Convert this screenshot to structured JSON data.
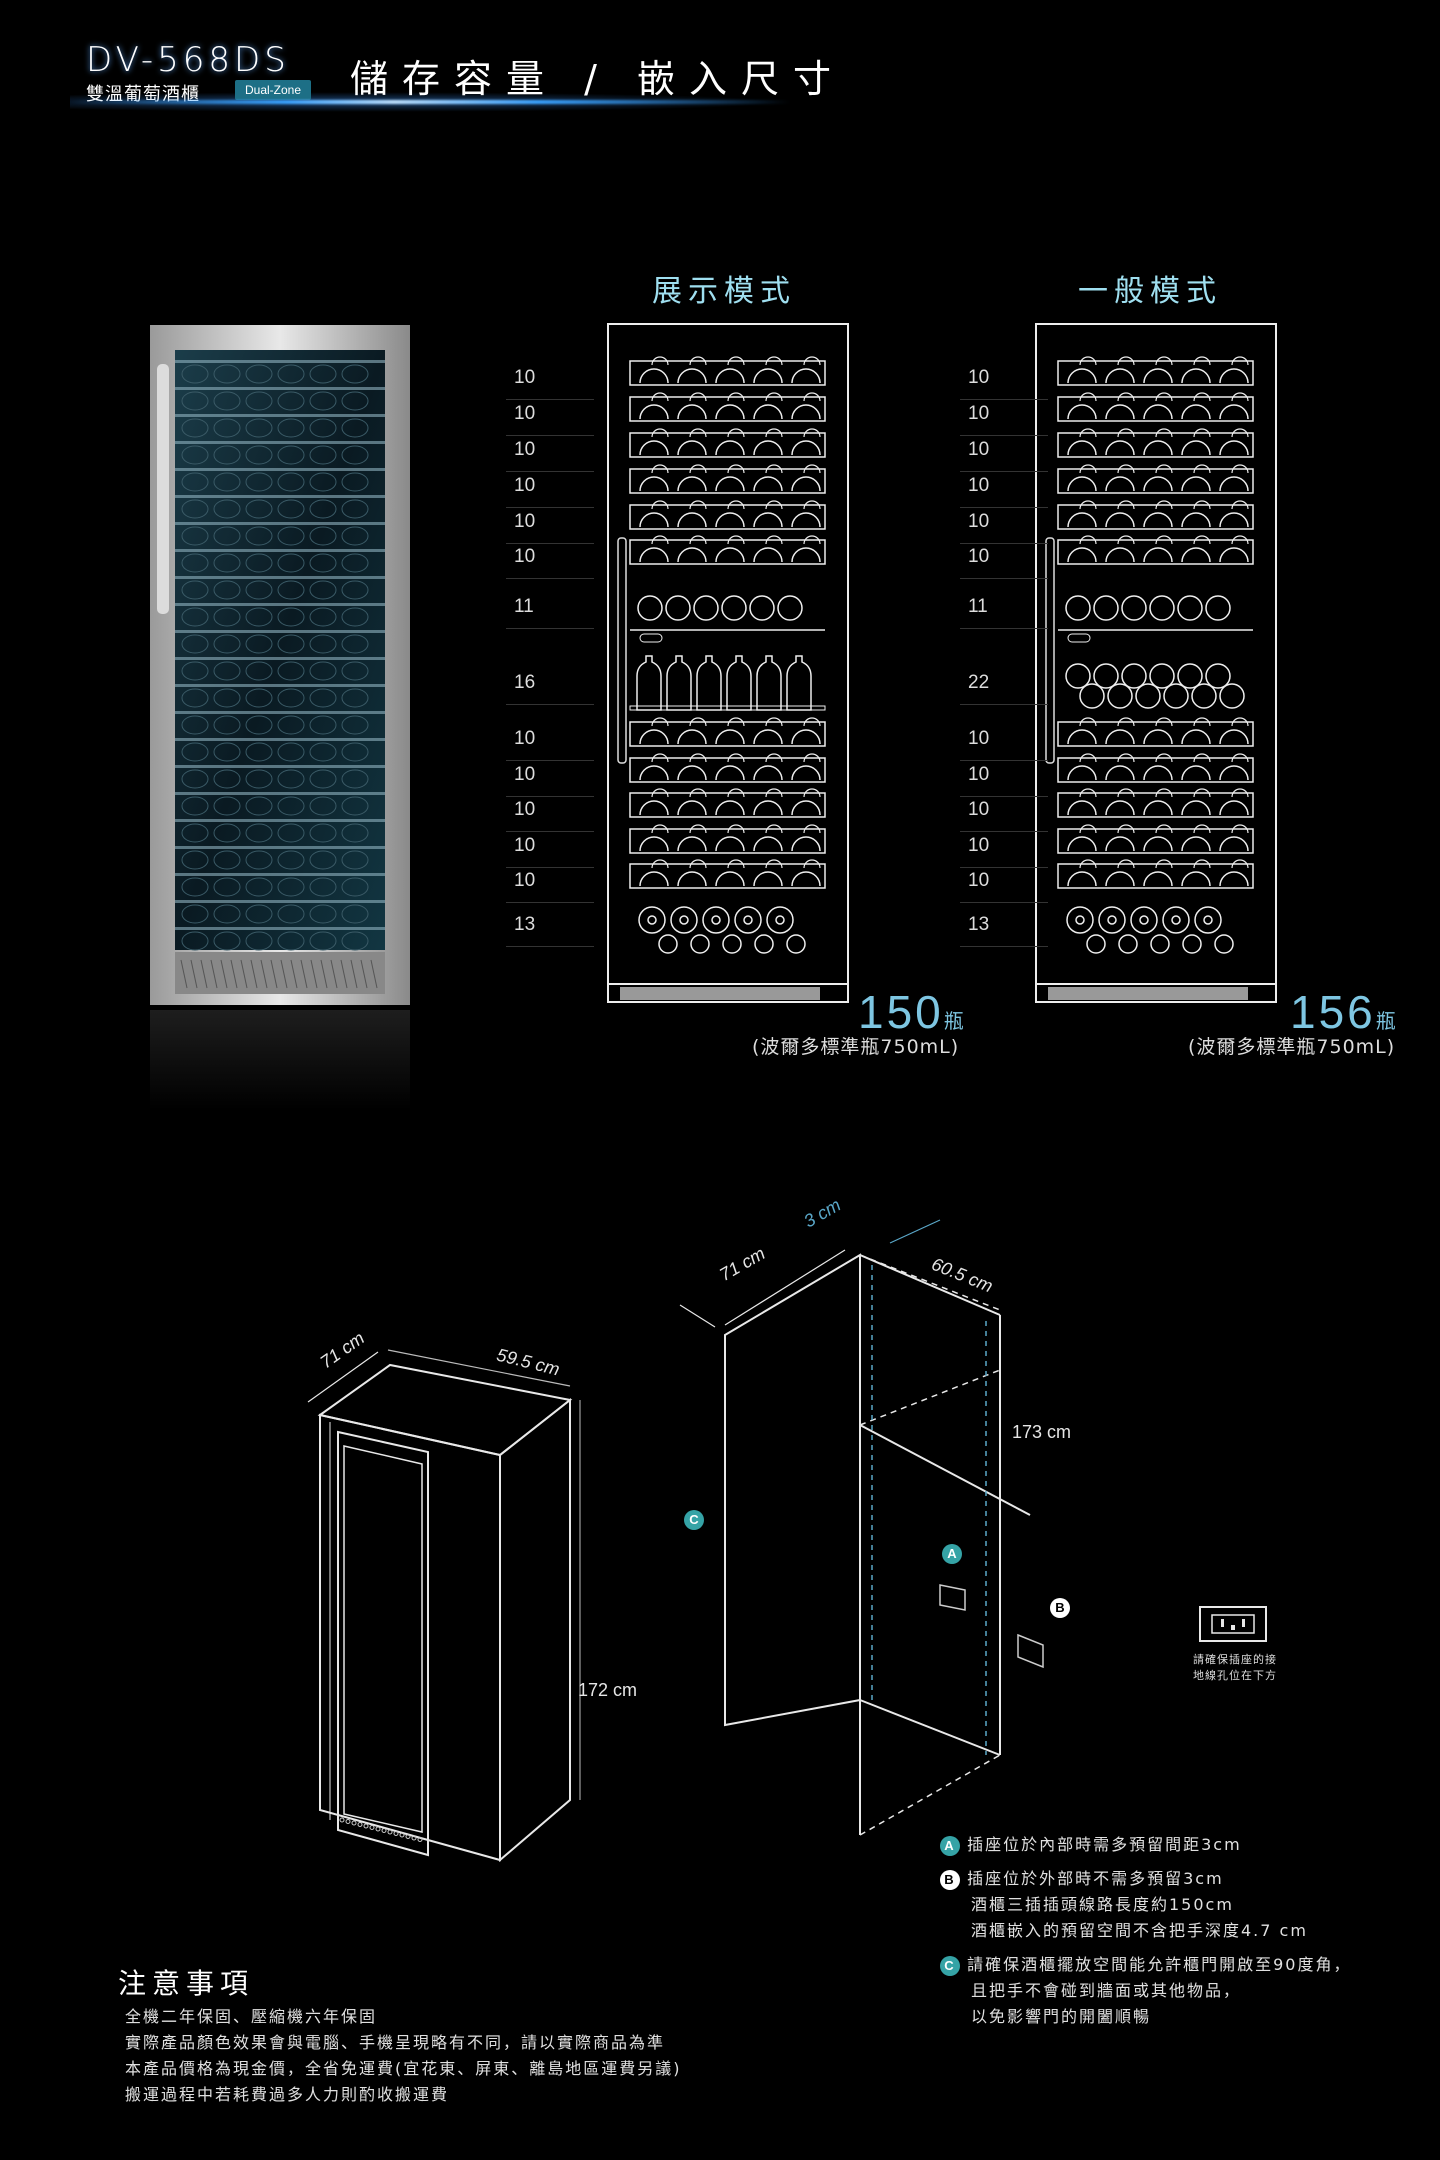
{
  "header": {
    "model": "DV-568DS",
    "subtitle": "雙溫葡萄酒櫃",
    "badge": "Dual-Zone",
    "headline": "儲存容量 / 嵌入尺寸"
  },
  "display_mode": {
    "title": "展示模式",
    "shelf_counts": [
      "10",
      "10",
      "10",
      "10",
      "10",
      "10",
      "11",
      "16",
      "10",
      "10",
      "10",
      "10",
      "10",
      "13"
    ],
    "total": "150",
    "unit": "瓶",
    "note": "(波爾多標準瓶750mL)"
  },
  "general_mode": {
    "title": "一般模式",
    "shelf_counts": [
      "10",
      "10",
      "10",
      "10",
      "10",
      "10",
      "11",
      "22",
      "10",
      "10",
      "10",
      "10",
      "10",
      "13"
    ],
    "total": "156",
    "unit": "瓶",
    "note": "(波爾多標準瓶750mL)"
  },
  "dimensions": {
    "cab_depth": "71 cm",
    "cab_width": "59.5 cm",
    "cab_height": "172 cm",
    "niche_gap": "3 cm",
    "niche_depth": "71 cm",
    "niche_width": "60.5 cm",
    "niche_height": "173 cm",
    "marker_a": "A",
    "marker_b": "B",
    "marker_c": "C",
    "socket_note_1": "請確保插座的接",
    "socket_note_2": "地線孔位在下方"
  },
  "legend": {
    "a": {
      "badge": "A",
      "text": "插座位於內部時需多預留間距3cm"
    },
    "b": {
      "badge": "B",
      "lines": [
        "插座位於外部時不需多預留3cm",
        "酒櫃三插插頭線路長度約150cm",
        "酒櫃嵌入的預留空間不含把手深度4.7 cm"
      ]
    },
    "c": {
      "badge": "C",
      "lines": [
        "請確保酒櫃擺放空間能允許櫃門開啟至90度角，",
        "且把手不會碰到牆面或其他物品，",
        "以免影響門的開闔順暢"
      ]
    }
  },
  "notes": {
    "title": "注意事項",
    "lines": [
      "全機二年保固、壓縮機六年保固",
      "實際產品顏色效果會與電腦、手機呈現略有不同，請以實際商品為準",
      "本產品價格為現金價，全省免運費(宜花東、屏東、離島地區運費另議)",
      "搬運過程中若耗費過多人力則酌收搬運費"
    ]
  },
  "colors": {
    "accent": "#7ec6e2",
    "teal": "#35a3a6",
    "background": "#000000"
  }
}
